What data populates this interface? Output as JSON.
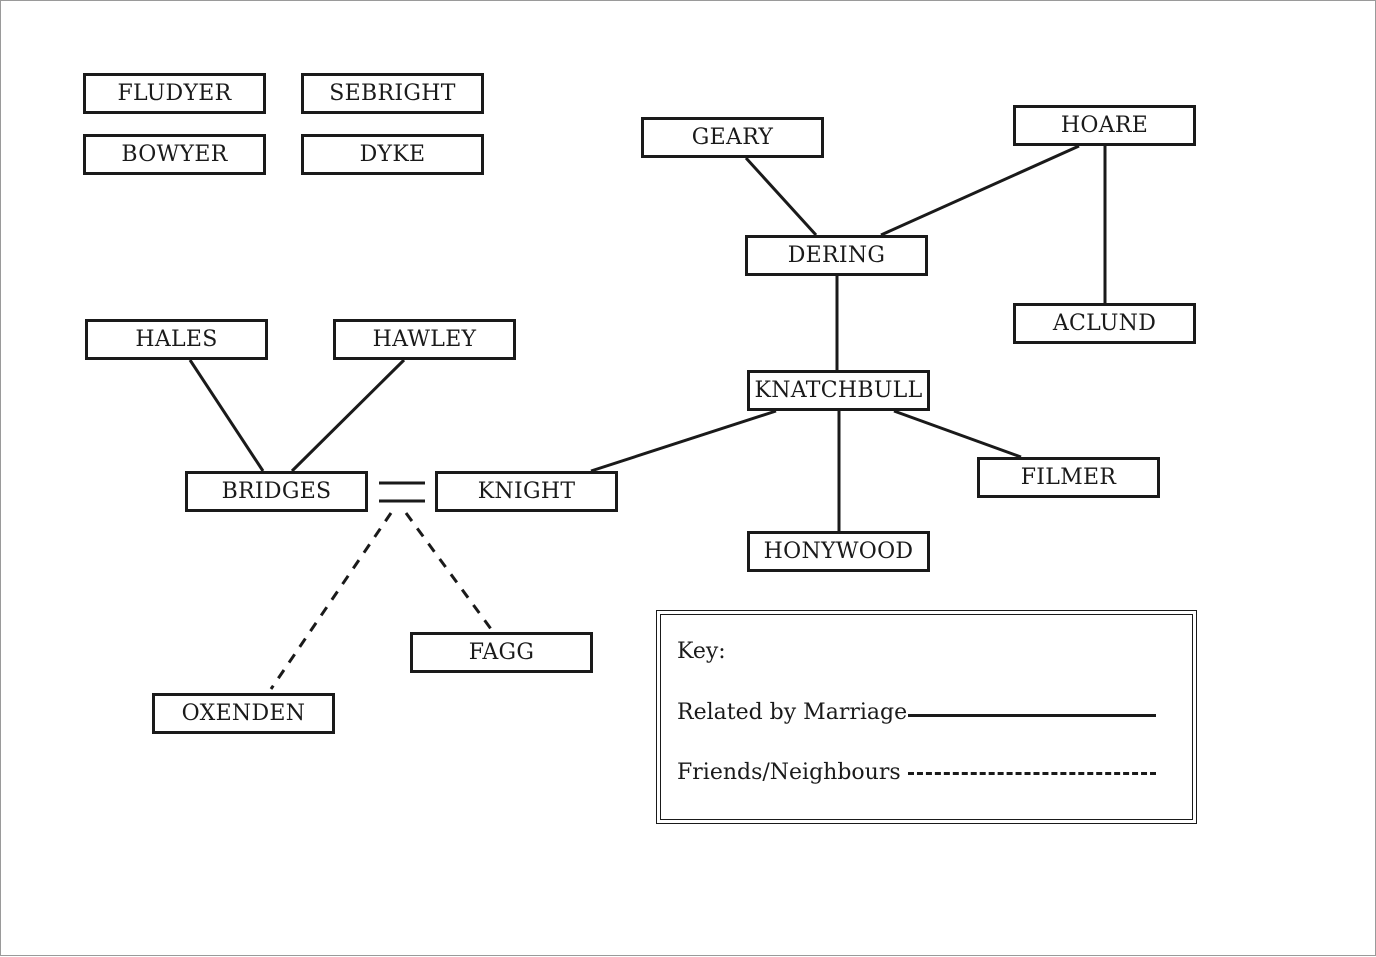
{
  "families": {
    "fludyer": "FLUDYER",
    "sebright": "SEBRIGHT",
    "bowyer": "BOWYER",
    "dyke": "DYKE",
    "geary": "GEARY",
    "hoare": "HOARE",
    "dering": "DERING",
    "aclund": "ACLUND",
    "hales": "HALES",
    "hawley": "HAWLEY",
    "knatchbull": "KNATCHBULL",
    "bridges": "BRIDGES",
    "knight": "KNIGHT",
    "filmer": "FILMER",
    "honywood": "HONYWOOD",
    "fagg": "FAGG",
    "oxenden": "OXENDEN"
  },
  "relations": {
    "marriage": [
      [
        "geary",
        "dering"
      ],
      [
        "hoare",
        "dering"
      ],
      [
        "hoare",
        "aclund"
      ],
      [
        "dering",
        "knatchbull"
      ],
      [
        "hales",
        "bridges"
      ],
      [
        "hawley",
        "bridges"
      ],
      [
        "knatchbull",
        "knight"
      ],
      [
        "knatchbull",
        "honywood"
      ],
      [
        "knatchbull",
        "filmer"
      ],
      [
        "bridges",
        "knight"
      ]
    ],
    "friends": [
      [
        "bridges-knight",
        "oxenden"
      ],
      [
        "bridges-knight",
        "fagg"
      ]
    ]
  },
  "key": {
    "title": "Key:",
    "marriage_label": "Related by Marriage",
    "friends_label": "Friends/Neighbours"
  },
  "colors": {
    "ink": "#1a1a1a",
    "background": "#ffffff"
  }
}
